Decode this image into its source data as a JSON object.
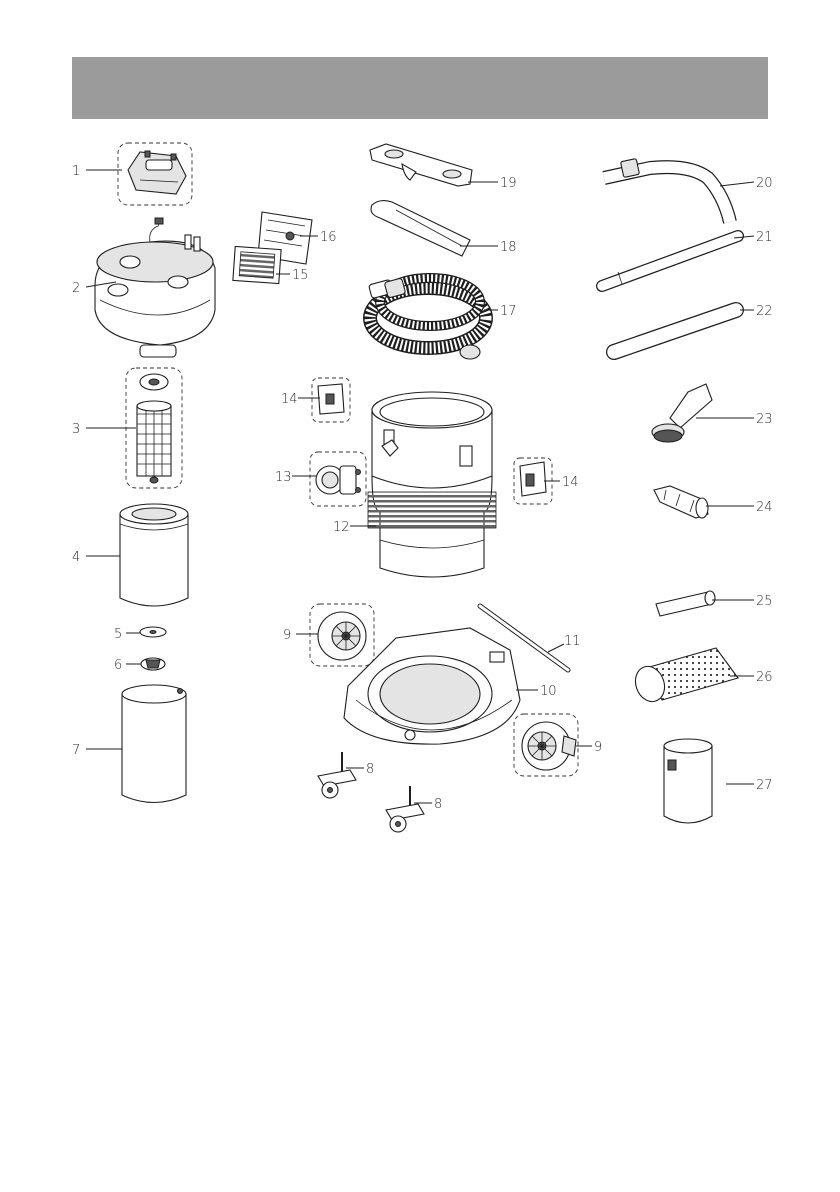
{
  "parts": [
    {
      "number": "1"
    },
    {
      "number": "2"
    },
    {
      "number": "3"
    },
    {
      "number": "4"
    },
    {
      "number": "5"
    },
    {
      "number": "6"
    },
    {
      "number": "7"
    },
    {
      "number": "8"
    },
    {
      "number": "8"
    },
    {
      "number": "9"
    },
    {
      "number": "9"
    },
    {
      "number": "10"
    },
    {
      "number": "11"
    },
    {
      "number": "12"
    },
    {
      "number": "13"
    },
    {
      "number": "14"
    },
    {
      "number": "14"
    },
    {
      "number": "15"
    },
    {
      "number": "16"
    },
    {
      "number": "17"
    },
    {
      "number": "18"
    },
    {
      "number": "19"
    },
    {
      "number": "20"
    },
    {
      "number": "21"
    },
    {
      "number": "22"
    },
    {
      "number": "23"
    },
    {
      "number": "24"
    },
    {
      "number": "25"
    },
    {
      "number": "26"
    },
    {
      "number": "27"
    }
  ],
  "colors": {
    "header_bar": "#9b9b9b",
    "line": "#1e1e1e"
  }
}
